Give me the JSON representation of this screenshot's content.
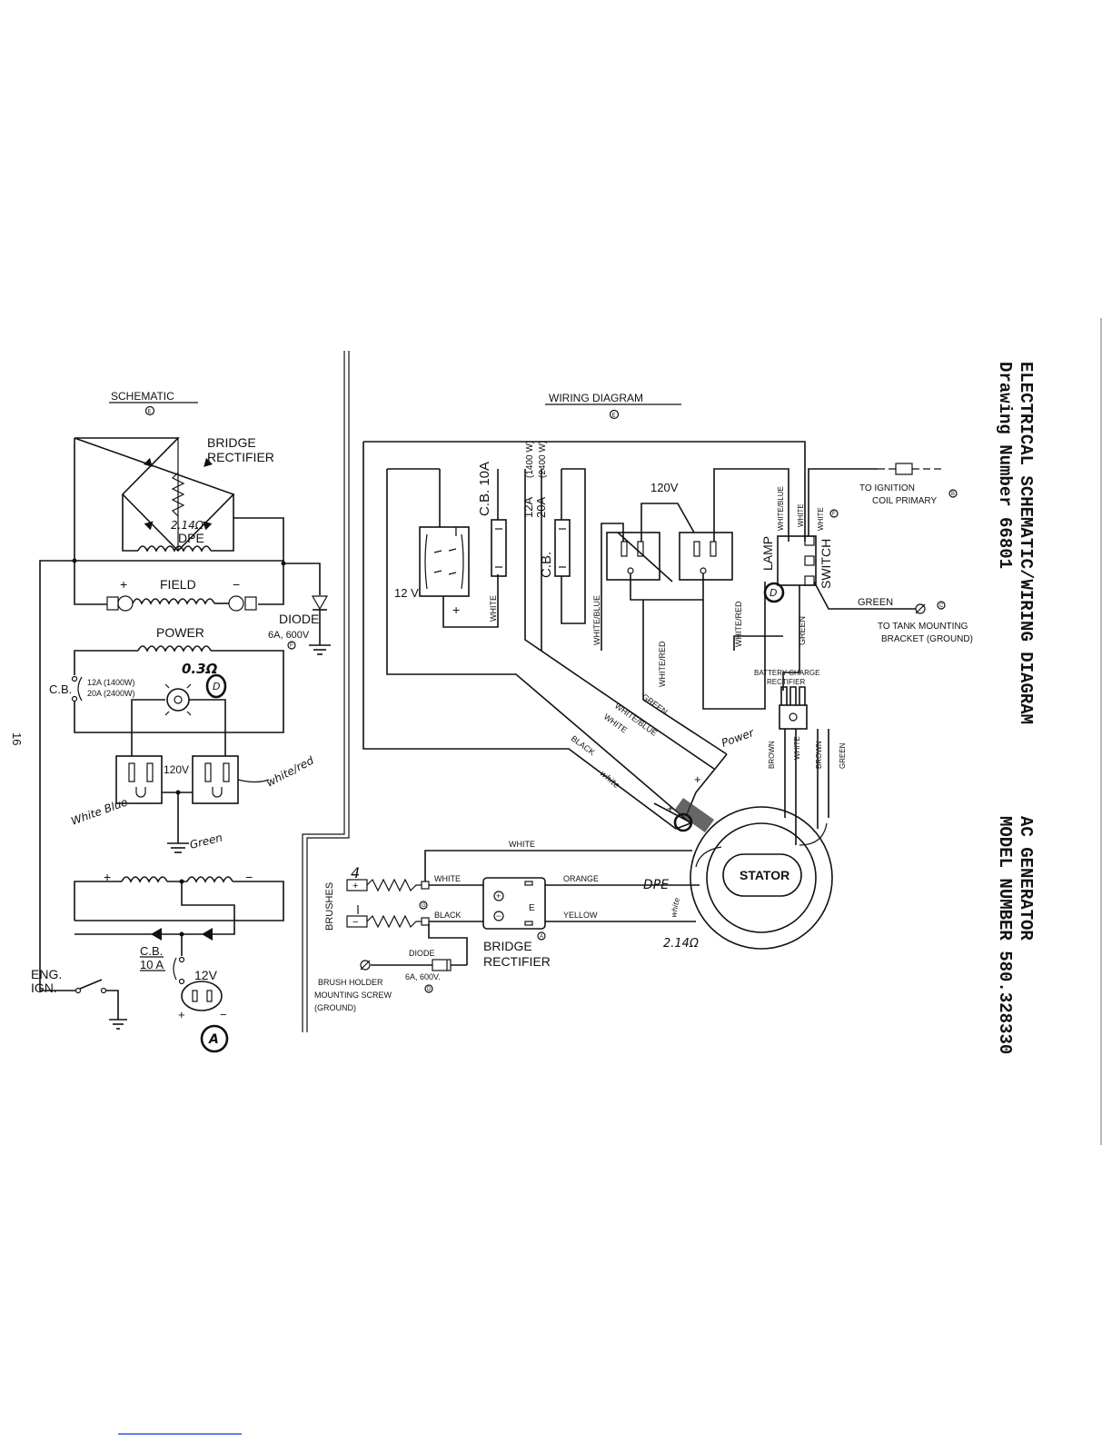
{
  "header": {
    "title": "ELECTRICAL SCHEMATIC/WIRING DIAGRAM",
    "drawing_number": "Drawing Number 66801",
    "product": "AC GENERATOR",
    "model": "MODEL NUMBER 580.328330"
  },
  "page_number": "16",
  "schematic": {
    "heading": "SCHEMATIC",
    "ref": "E",
    "bridge_rectifier": "BRIDGE RECTIFIER",
    "resistance_dpe": "2.14Ω",
    "dpe": "DPE",
    "field": "FIELD",
    "plus": "+",
    "minus": "−",
    "diode": "DIODE",
    "diode_rating": "6A, 600V",
    "diode_ref": "F",
    "power": "POWER",
    "power_resistance": "0.3Ω",
    "cb": "C.B.",
    "cb_rating_1": "12A (1400W)",
    "cb_rating_2": "20A (2400W)",
    "lamp_ref": "D",
    "receptacle_120v": "120V",
    "note_white_red": "white/red",
    "note_white_blue": "White Blue",
    "note_green": "Green",
    "cb_10a_1": "C.B.",
    "cb_10a_2": "10 A",
    "receptacle_12v": "12V",
    "eng_ign": "ENG. IGN.",
    "ref_a": "A"
  },
  "wiring": {
    "heading": "WIRING DIAGRAM",
    "ref": "E",
    "v12": "12 V",
    "cb10a": "C.B. 10A",
    "cb12a_1": "12A (1400W)",
    "cb12a_2": "20A (2400W)",
    "cb12a_prefix": "C.B.",
    "v120": "120V",
    "lamp": "LAMP",
    "switch": "SWITCH",
    "to_ignition_1": "TO IGNITION",
    "to_ignition_2": "COIL PRIMARY",
    "ref_b": "B",
    "ref_f": "F",
    "green": "GREEN",
    "ref_c": "C",
    "to_tank_1": "TO TANK MOUNTING",
    "to_tank_2": "BRACKET (GROUND)",
    "battery_charge_1": "BATTERY CHARGE",
    "battery_charge_2": "RECTIFIER",
    "wire_white": "WHITE",
    "wire_white_blue": "WHITE/BLUE",
    "wire_white_red": "WHITE/RED",
    "wire_green": "GREEN",
    "wire_black": "BLACK",
    "wire_brown": "BROWN",
    "wire_orange": "ORANGE",
    "wire_yellow": "YELLOW",
    "power_note": "Power",
    "stator": "STATOR",
    "brushes": "BRUSHES",
    "brush_plus": "+",
    "brush_minus": "−",
    "brush_4": "4",
    "ref_g": "G",
    "bridge_rectifier_1": "BRIDGE",
    "bridge_rectifier_2": "RECTIFIER",
    "ref_a": "A",
    "diode": "DIODE",
    "diode_rating": "6A, 600V.",
    "ref_d": "D",
    "brush_holder_1": "BRUSH HOLDER",
    "brush_holder_2": "MOUNTING SCREW",
    "brush_holder_3": "(GROUND)",
    "dpe_note": "DPE",
    "ohm_note": "2.14Ω",
    "white_hand": "white",
    "rect_plus": "+",
    "rect_minus": "−",
    "rect_e": "E"
  }
}
